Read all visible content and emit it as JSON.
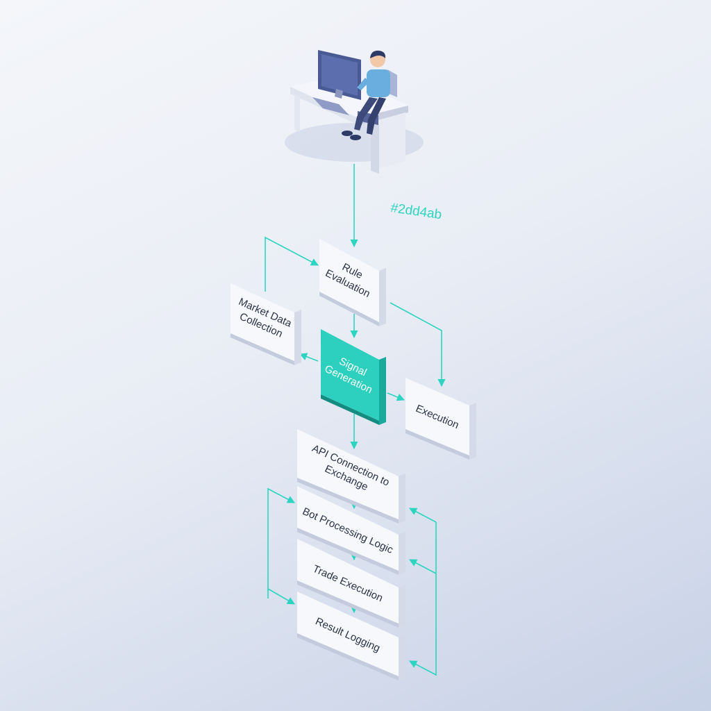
{
  "annotation": "#2dd4ab",
  "colors": {
    "accent": "#2dd4bf",
    "node_face": "#f7f8fc",
    "highlight_face": "#2dcfbe",
    "text": "#2b3245"
  },
  "nodes": {
    "rule_evaluation": {
      "lines": [
        "Rule",
        "Evaluation"
      ]
    },
    "market_data_collection": {
      "lines": [
        "Market Data",
        "Collection"
      ]
    },
    "signal_generation": {
      "lines": [
        "Signal",
        "Generation"
      ]
    },
    "execution": {
      "lines": [
        "Execution"
      ]
    },
    "api_connection": {
      "lines": [
        "API Connection to",
        "Exchange"
      ]
    },
    "bot_processing_logic": {
      "lines": [
        "Bot Processing Logic"
      ]
    },
    "trade_execution": {
      "lines": [
        "Trade Execution"
      ]
    },
    "result_logging": {
      "lines": [
        "Result Logging"
      ]
    }
  }
}
